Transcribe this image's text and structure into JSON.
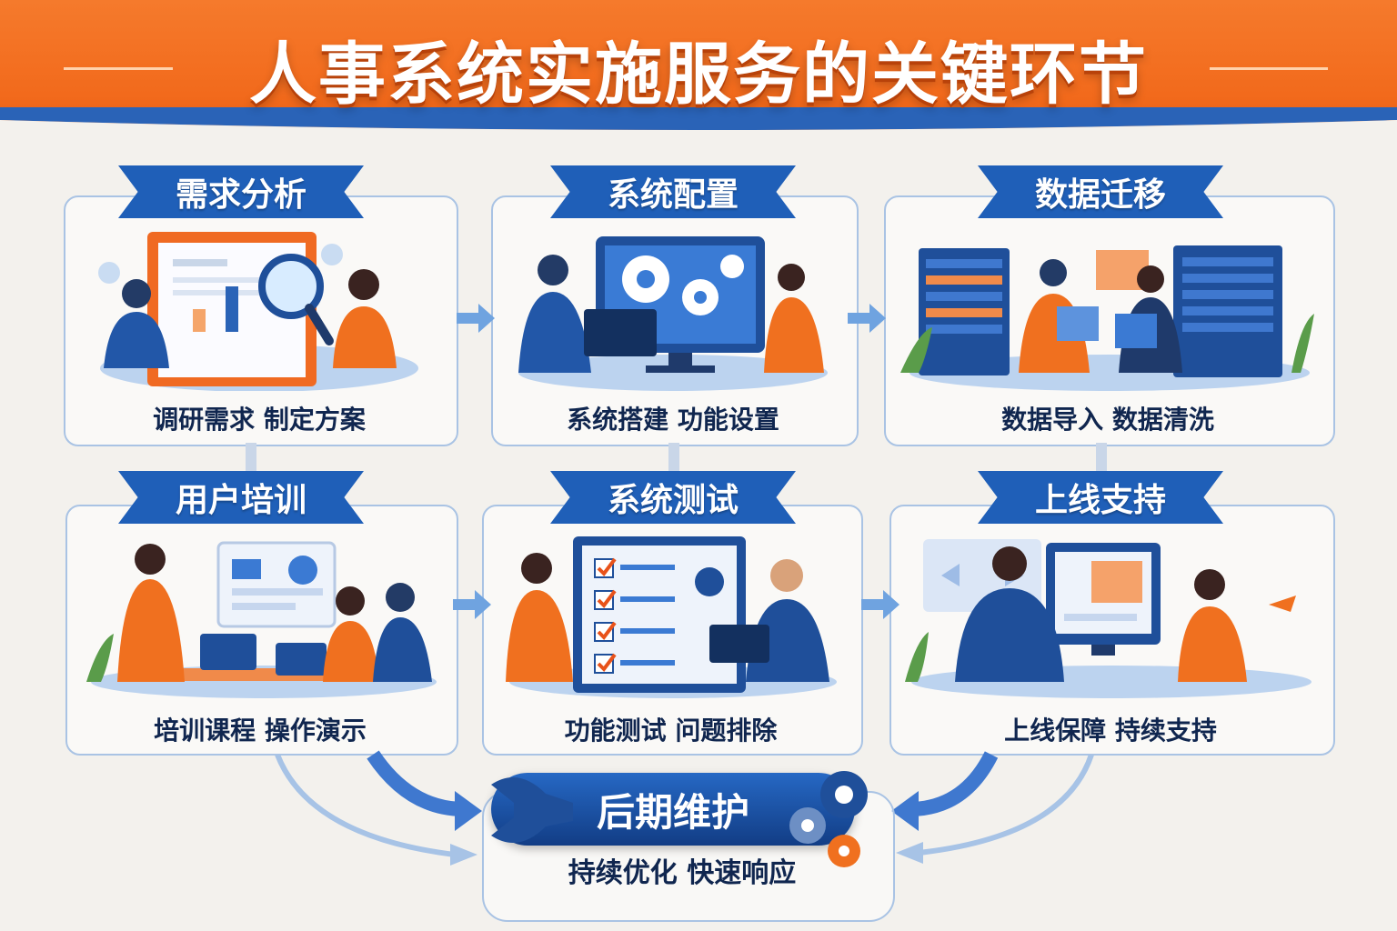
{
  "title": "人事系统实施服务的关键环节",
  "colors": {
    "orange": "#f26a1c",
    "blue": "#1f5fb8",
    "navy": "#123d85",
    "card_border": "#a9c3e4"
  },
  "steps": [
    {
      "label": "需求分析",
      "caption": "调研需求 制定方案"
    },
    {
      "label": "系统配置",
      "caption": "系统搭建 功能设置"
    },
    {
      "label": "数据迁移",
      "caption": "数据导入 数据清洗"
    },
    {
      "label": "用户培训",
      "caption": "培训课程 操作演示"
    },
    {
      "label": "系统测试",
      "caption": "功能测试 问题排除"
    },
    {
      "label": "上线支持",
      "caption": "上线保障 持续支持"
    }
  ],
  "maintenance": {
    "label": "后期维护",
    "caption": "持续优化 快速响应"
  },
  "icons": [
    "clipboard-chart-icon",
    "magnifier-icon",
    "gear-icon",
    "server-rack-icon",
    "checklist-icon",
    "wrench-icon",
    "arrow-right-icon"
  ]
}
